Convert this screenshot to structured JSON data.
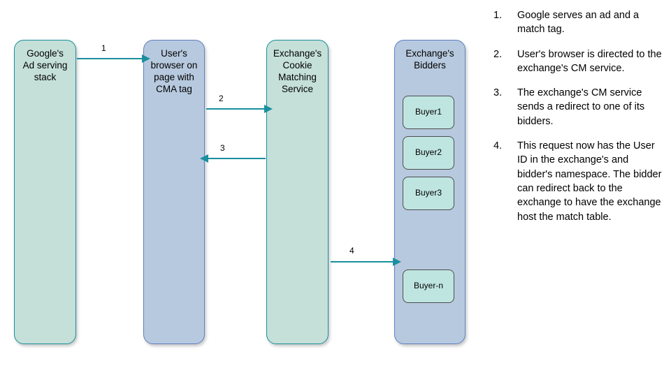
{
  "diagram": {
    "lanes": [
      {
        "id": "google",
        "label": "Google's\nAd serving\nstack",
        "fill": "#c5e0d8",
        "stroke": "#1a8f9e"
      },
      {
        "id": "browser",
        "label": "User's\nbrowser on\npage with\nCMA tag",
        "fill": "#b7c9de",
        "stroke": "#5f7fc0"
      },
      {
        "id": "cms",
        "label": "Exchange's\nCookie\nMatching\nService",
        "fill": "#c5e0d8",
        "stroke": "#1a8f9e"
      },
      {
        "id": "bidders",
        "label": "Exchange's\nBidders",
        "fill": "#b7c9de",
        "stroke": "#5f7fc0"
      }
    ],
    "buyers": [
      {
        "label": "Buyer1"
      },
      {
        "label": "Buyer2"
      },
      {
        "label": "Buyer3"
      },
      {
        "label": "Buyer-n"
      }
    ],
    "buyer_fill": "#bfe5e1",
    "buyer_stroke": "#4d4d4d",
    "arrow_color": "#1a8f9e",
    "arrows": [
      {
        "label": "1",
        "from": "google",
        "to": "browser",
        "direction": "right"
      },
      {
        "label": "2",
        "from": "browser",
        "to": "cms",
        "direction": "right"
      },
      {
        "label": "3",
        "from": "cms",
        "to": "browser",
        "direction": "left"
      },
      {
        "label": "4",
        "from": "cms",
        "to": "bidders",
        "direction": "right"
      }
    ]
  },
  "steps": [
    {
      "number": "1.",
      "text": "Google serves an ad and a match tag."
    },
    {
      "number": "2.",
      "text": "User's browser is directed to the exchange's CM service."
    },
    {
      "number": "3.",
      "text": "The exchange's CM service sends a redirect to one of its bidders."
    },
    {
      "number": "4.",
      "text": "This request now has the User ID in the exchange's and bidder's namespace. The bidder can redirect back to the exchange to have the exchange host the match table."
    }
  ]
}
